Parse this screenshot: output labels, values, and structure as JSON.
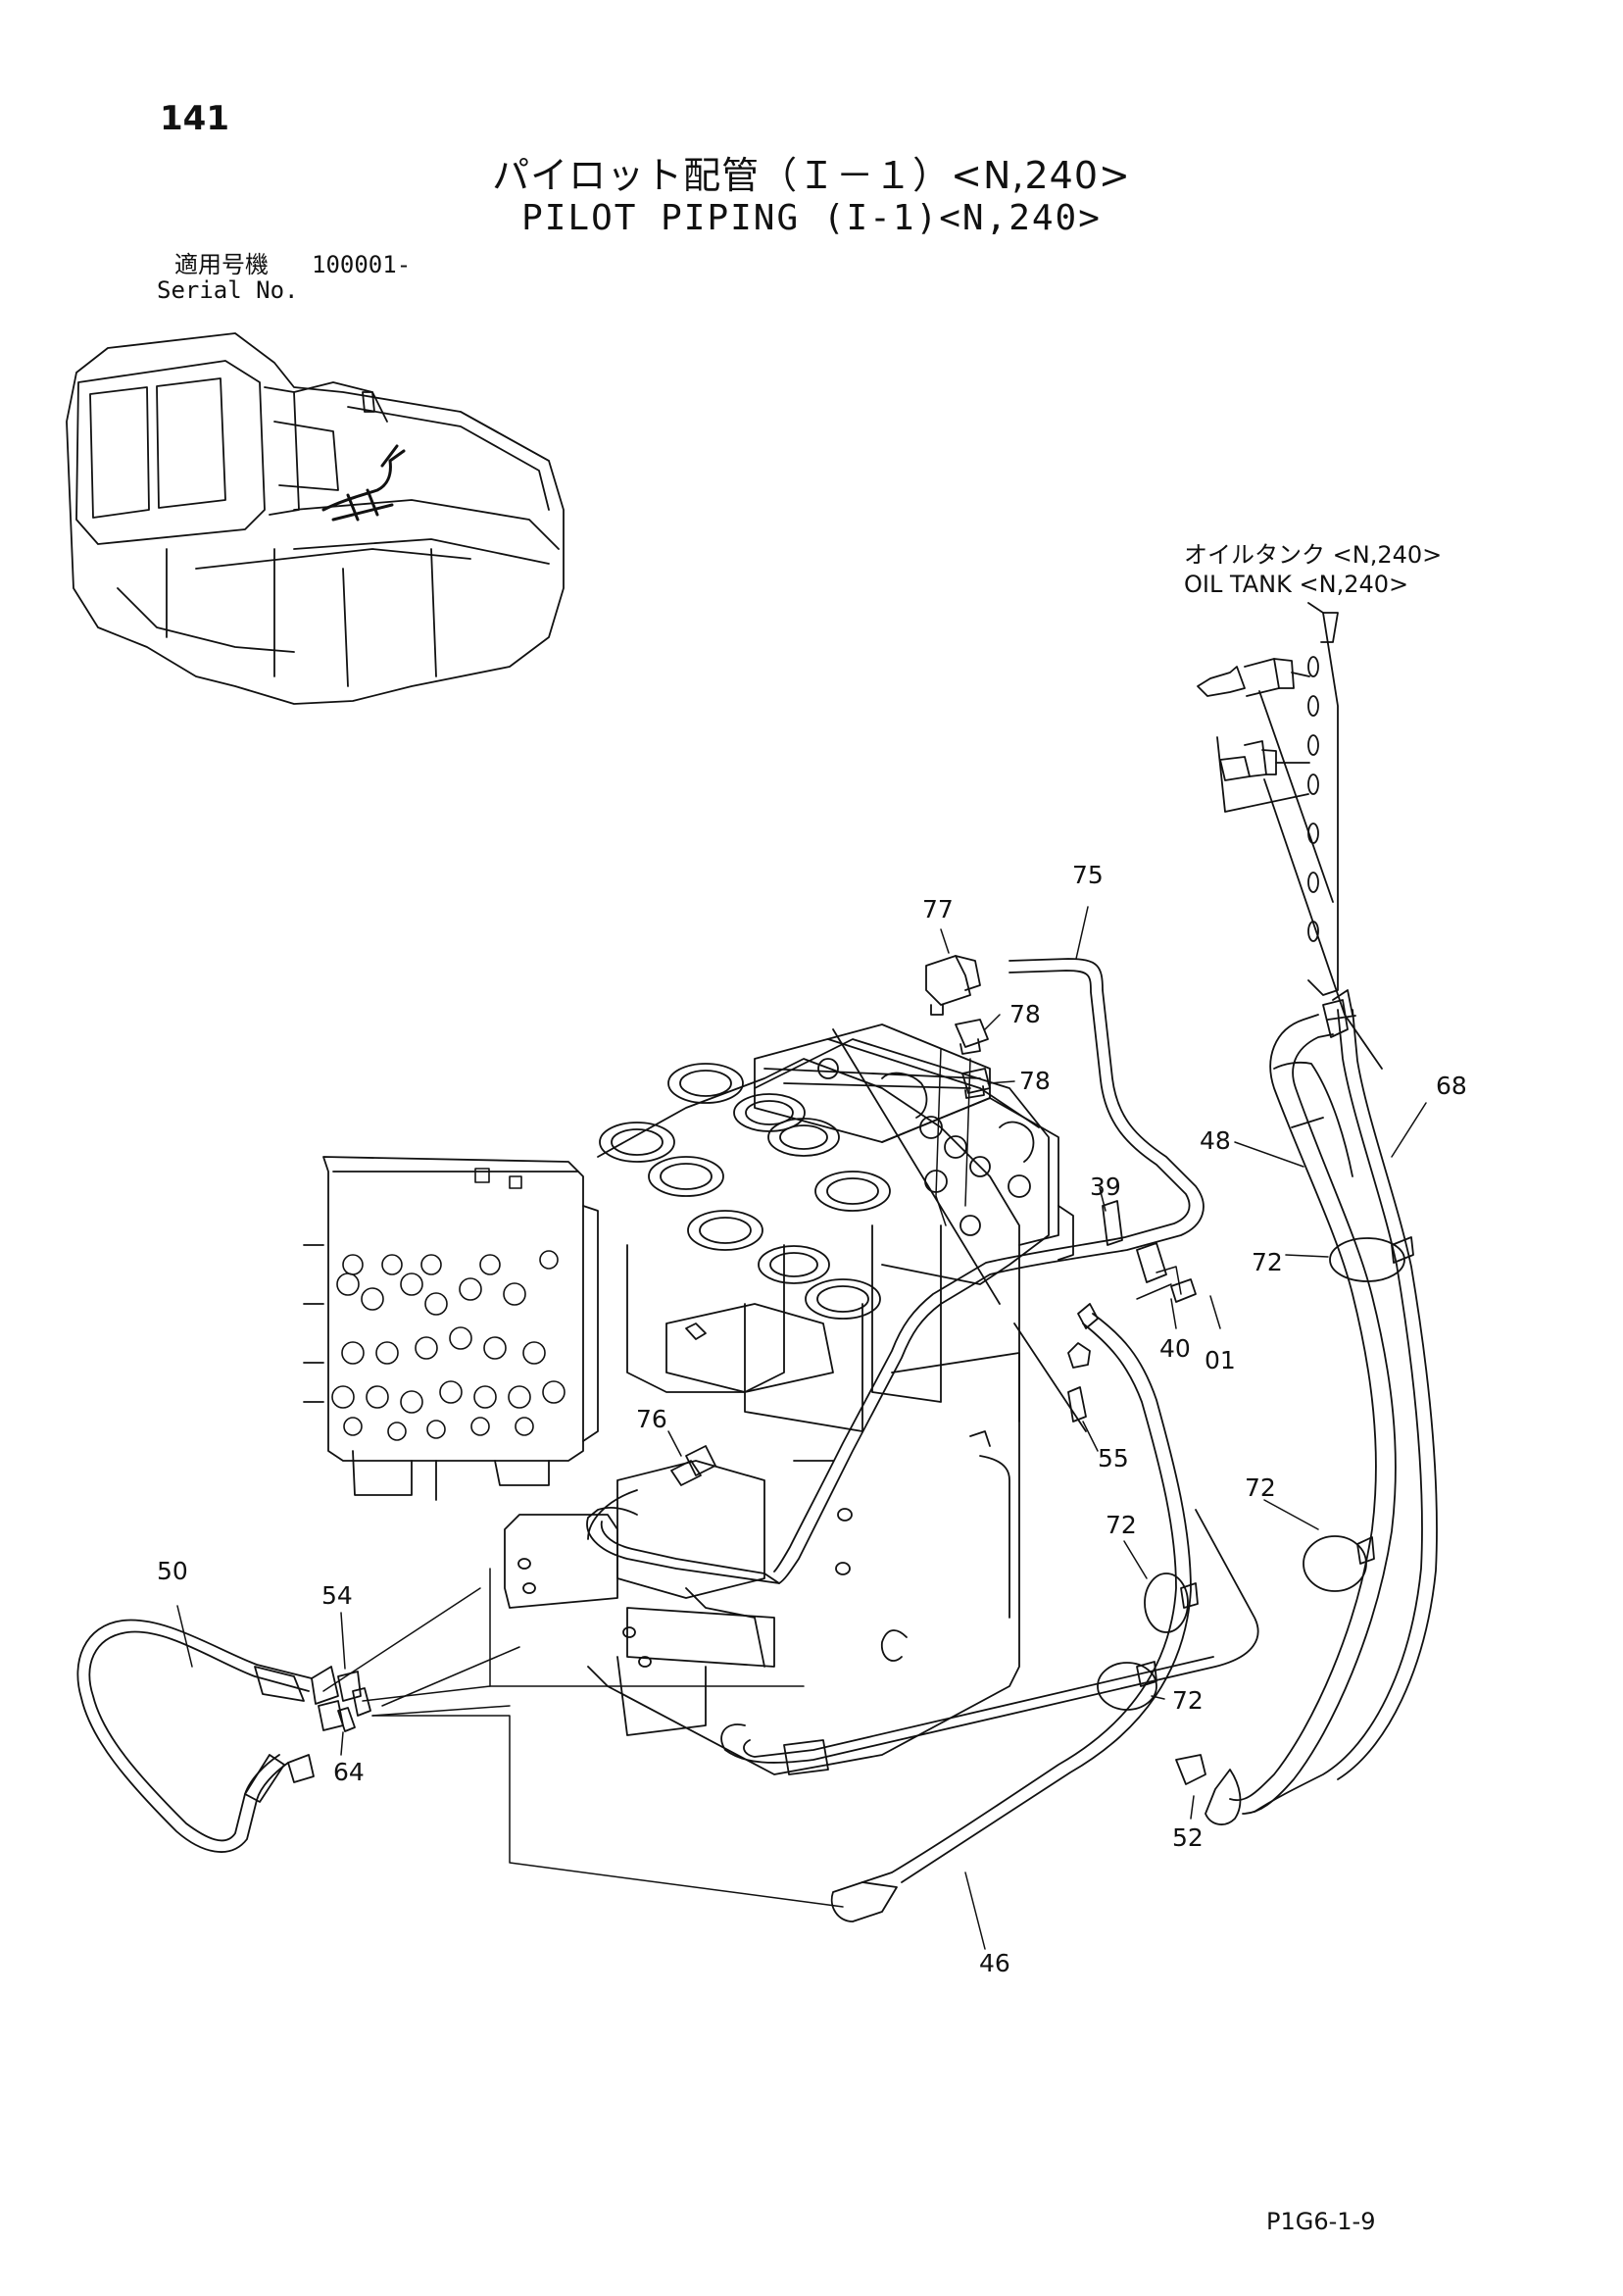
{
  "page_number": "141",
  "title_ja": "パイロット配管（Ｉ－１）<N,240>",
  "title_en": "PILOT PIPING (I-1)<N,240>",
  "serial": {
    "label_ja": "適用号機",
    "value": "100001-",
    "label_en": "Serial No."
  },
  "oil_tank": {
    "label_ja": "オイルタンク <N,240>",
    "label_en": "OIL TANK <N,240>"
  },
  "document_code": "P1G6-1-9",
  "callouts": {
    "c77": "77",
    "c75": "75",
    "c78a": "78",
    "c78b": "78",
    "c68": "68",
    "c48": "48",
    "c39": "39",
    "c72a": "72",
    "c40": "40",
    "c01": "01",
    "c76": "76",
    "c55": "55",
    "c72b": "72",
    "c72c": "72",
    "c50": "50",
    "c54": "54",
    "c64": "64",
    "c72d": "72",
    "c52": "52",
    "c46": "46"
  }
}
